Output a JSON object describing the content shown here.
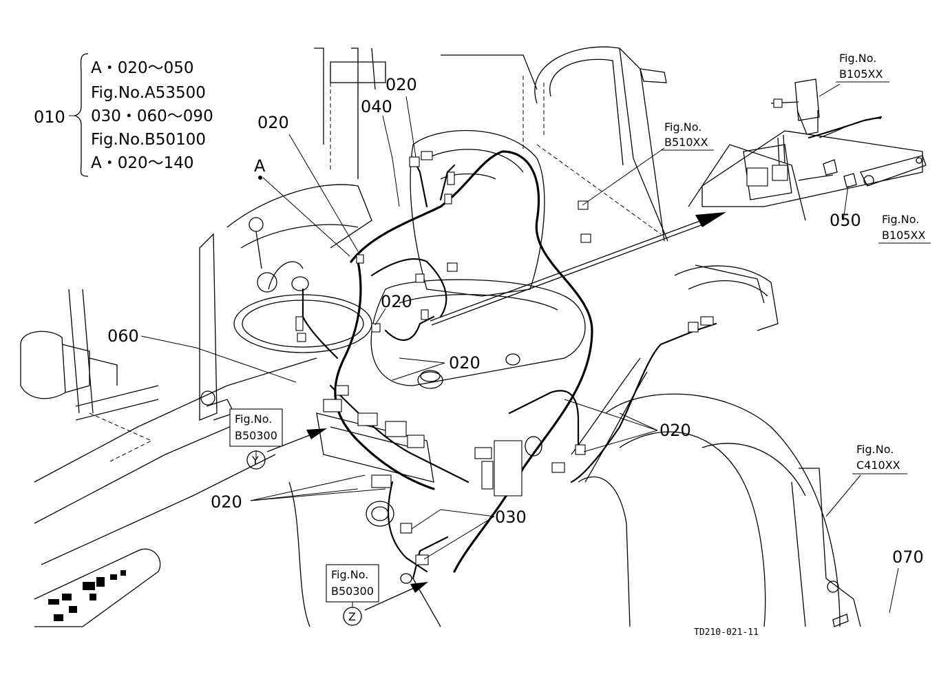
{
  "drawing_id": "TD210-021-11",
  "brace_block": {
    "main_callout": "010",
    "lines": [
      "A・020～050",
      "Fig.No.A53500",
      "030・060～090",
      "Fig.No.B50100",
      "A・020～140"
    ]
  },
  "point_label": "A",
  "callouts": {
    "c020_top_left": "020",
    "c020_top_mid": "020",
    "c040": "040",
    "c020_center": "020",
    "c020_center_right": "020",
    "c060": "060",
    "c020_right": "020",
    "c020_lower_left": "020",
    "c030": "030",
    "c050": "050",
    "c070": "070"
  },
  "fig_refs": {
    "b105_top": {
      "line1": "Fig.No.",
      "line2": "B105XX"
    },
    "b510": {
      "line1": "Fig.No.",
      "line2": "B510XX"
    },
    "b105_bottom": {
      "line1": "Fig.No.",
      "line2": "B105XX"
    },
    "c410": {
      "line1": "Fig.No.",
      "line2": "C410XX"
    },
    "b50300_y": {
      "line1": "Fig.No.",
      "line2": "B50300",
      "marker": "Y"
    },
    "b50300_z": {
      "line1": "Fig.No.",
      "line2": "B50300",
      "marker": "Z"
    }
  }
}
